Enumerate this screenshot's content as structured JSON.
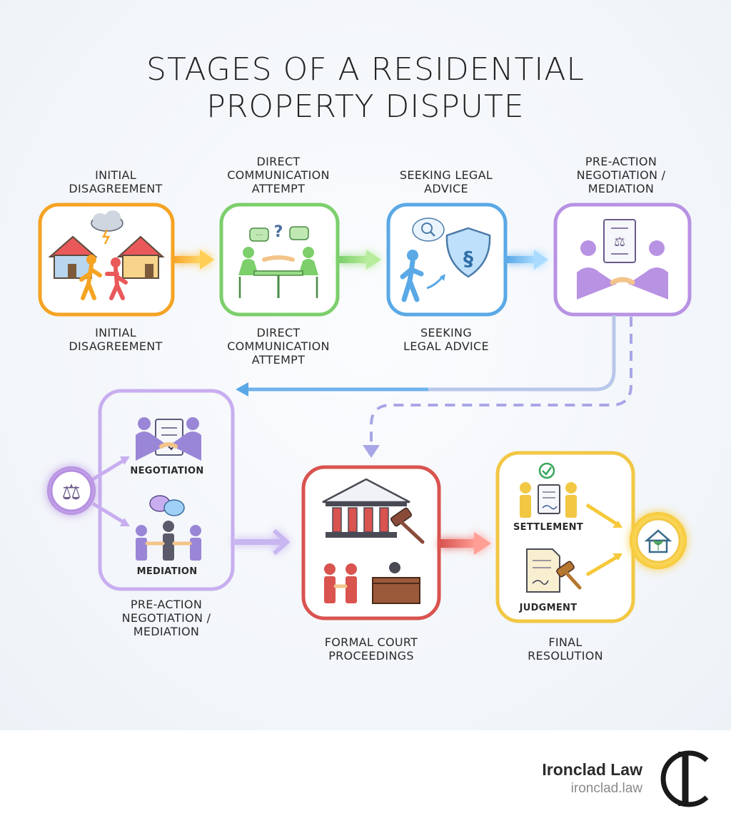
{
  "title": {
    "line1": "STAGES OF A RESIDENTIAL",
    "line2": "PROPERTY DISPUTE"
  },
  "stages": {
    "initial_disagreement": {
      "top_label": [
        "INITIAL",
        "DISAGREEMENT"
      ],
      "bottom_label": [
        "INITIAL",
        "DISAGREEMENT"
      ],
      "color": "#f5a323"
    },
    "direct_communication": {
      "top_label": [
        "DIRECT",
        "COMMUNICATION",
        "ATTEMPT"
      ],
      "bottom_label": [
        "DIRECT",
        "COMMUNICATION",
        "ATTEMPT"
      ],
      "color": "#7ccf6b"
    },
    "seeking_legal_advice": {
      "top_label": [
        "SEEKING LEGAL",
        "ADVICE"
      ],
      "bottom_label": [
        "SEEKING",
        "LEGAL ADVICE"
      ],
      "color": "#5aa9e6"
    },
    "pre_action": {
      "top_label": [
        "PRE-ACTION",
        "NEGOTIATION /",
        "MEDIATION"
      ],
      "bottom_label": [
        "PRE-ACTION",
        "NEGOTIATION /",
        "MEDIATION"
      ],
      "negotiation_label": "NEGOTIATION",
      "mediation_label": "MEDIATION",
      "color": "#b892e3"
    },
    "court": {
      "label": [
        "FORMAL COURT",
        "PROCEEDINGS"
      ],
      "color": "#d9534f"
    },
    "resolution": {
      "label": [
        "FINAL",
        "RESOLUTION"
      ],
      "settlement_label": "SETTLEMENT",
      "judgment_label": "JUDGMENT",
      "color": "#f2c744"
    }
  },
  "brand": {
    "name": "Ironclad Law",
    "url": "ironclad.law",
    "logo_icon": "ic-monogram-icon"
  }
}
